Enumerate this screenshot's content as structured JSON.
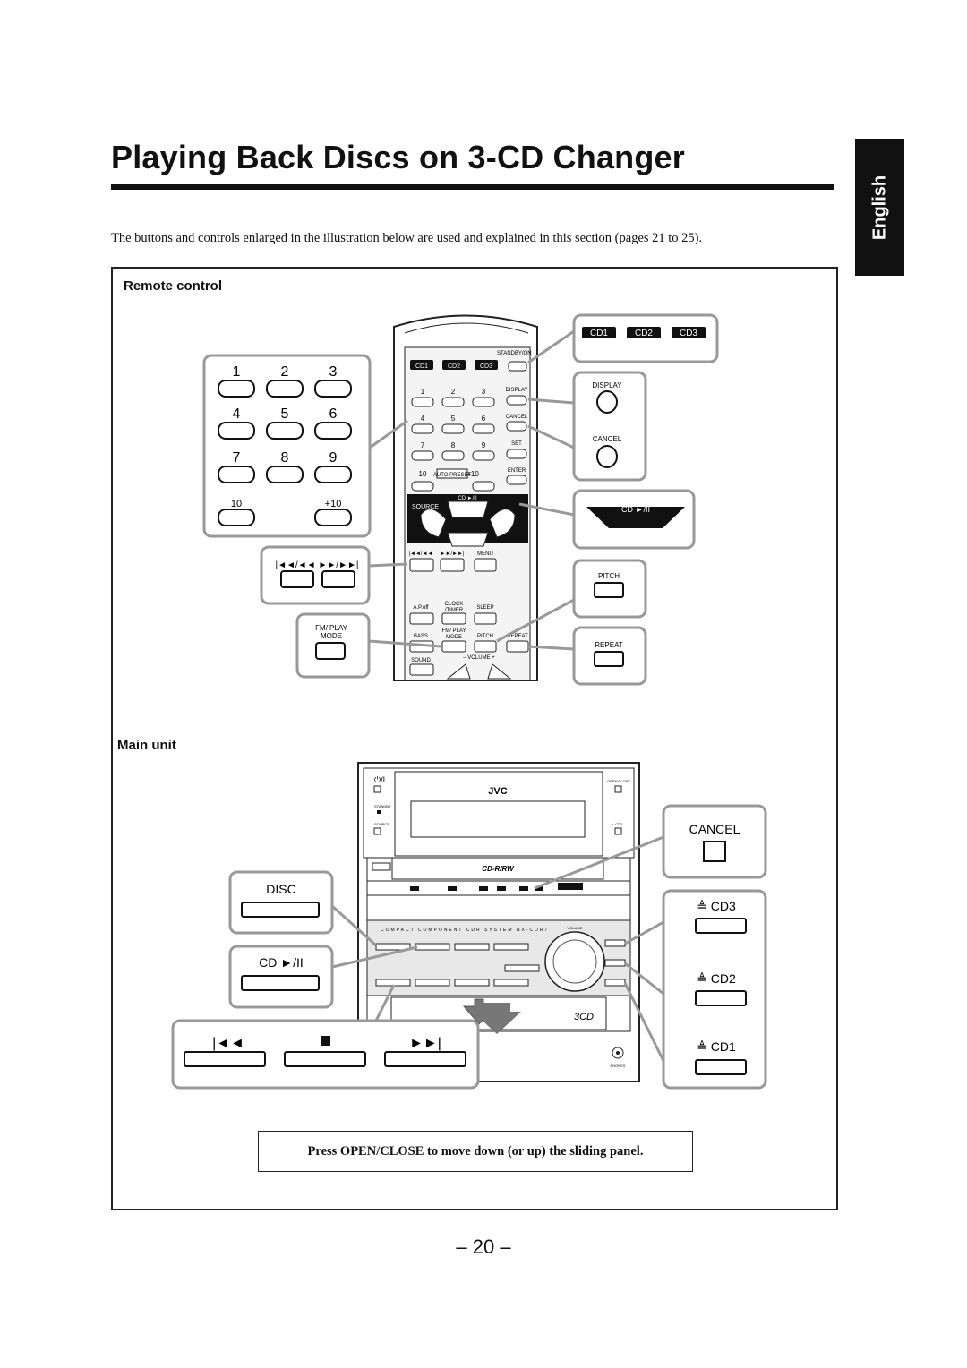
{
  "page": {
    "title": "Playing Back Discs on 3-CD Changer",
    "language_tab": "English",
    "intro": "The buttons and controls enlarged in the illustration below are used and explained in this section (pages 21 to 25).",
    "page_number": "– 20 –"
  },
  "remote": {
    "section_label": "Remote control",
    "numpad_keys": [
      "1",
      "2",
      "3",
      "4",
      "5",
      "6",
      "7",
      "8",
      "9"
    ],
    "minus10_label": "10",
    "plus10_label": "+10",
    "cd_buttons": [
      "CD1",
      "CD2",
      "CD3"
    ],
    "display_label": "DISPLAY",
    "cancel_label": "CANCEL",
    "set_label": "SET",
    "enter_label": "ENTER",
    "auto_preset_label": "AUTO PRESET",
    "standby_label": "STANDBY/ON",
    "source_label": "SOURCE",
    "cd_play_label": "CD ►/II",
    "skip_back_label": "|◄◄/◄◄",
    "skip_fwd_label": "►►/►►|",
    "menu_label": "MENU",
    "pitch_label": "PITCH",
    "clock_timer_label": "CLOCK /TIMER",
    "aoff_label": "A.P.off",
    "sleep_label": "SLEEP",
    "bass_label": "BASS",
    "fm_play_mode_label": "FM/ PLAY MODE",
    "repeat_label": "REPEAT",
    "sound_label": "SOUND",
    "volume_label": "VOLUME"
  },
  "main_unit": {
    "section_label": "Main unit",
    "brand": "JVC",
    "disc_label": "DISC",
    "cd_play_label": "CD ►/II",
    "cancel_label": "CANCEL",
    "cd3_label": "CD3",
    "cd2_label": "CD2",
    "cd1_label": "CD1",
    "logo_3cd": "3CD",
    "cdrw_logo": "CD-R/RW",
    "system_text": "COMPACT COMPONENT CDR SYSTEM    NX-CDR7",
    "volume_label": "VOLUME",
    "open_close_label": "OPEN/CLOSE",
    "phones_label": "PHONES"
  },
  "note": "Press OPEN/CLOSE to move down (or up) the sliding panel."
}
